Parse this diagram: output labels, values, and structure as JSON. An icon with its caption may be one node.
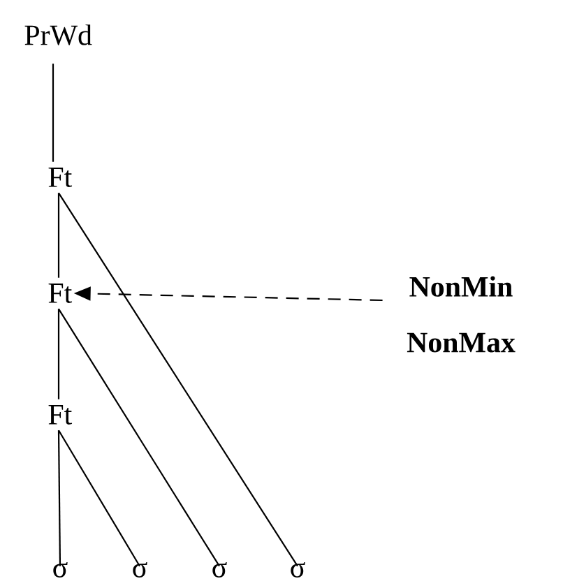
{
  "diagram": {
    "nodes": [
      {
        "text": [
          "PrWd"
        ]
      },
      {
        "text": [
          "Ft"
        ]
      },
      {
        "text": [
          "Ft"
        ]
      },
      {
        "text": [
          "Ft"
        ]
      },
      {
        "text": [
          "σ"
        ]
      },
      {
        "text": [
          "σ"
        ]
      },
      {
        "text": [
          "σ"
        ]
      },
      {
        "text": [
          "σ"
        ]
      },
      {
        "text": [
          "NonMin NonMax"
        ]
      }
    ],
    "edges": [
      {
        "from": 0,
        "to": 1,
        "arrow": "none"
      },
      {
        "from": 1,
        "to": 2,
        "arrow": "none"
      },
      {
        "from": 1,
        "to": 7,
        "arrow": "none"
      },
      {
        "from": 2,
        "to": 3,
        "arrow": "none"
      },
      {
        "from": 2,
        "to": 6,
        "arrow": "none"
      },
      {
        "from": 3,
        "to": 4,
        "arrow": "none"
      },
      {
        "from": 3,
        "to": 5,
        "arrow": "none"
      },
      {
        "from": 8,
        "to": 2,
        "arrow": "to",
        "style": "dashed"
      }
    ]
  }
}
